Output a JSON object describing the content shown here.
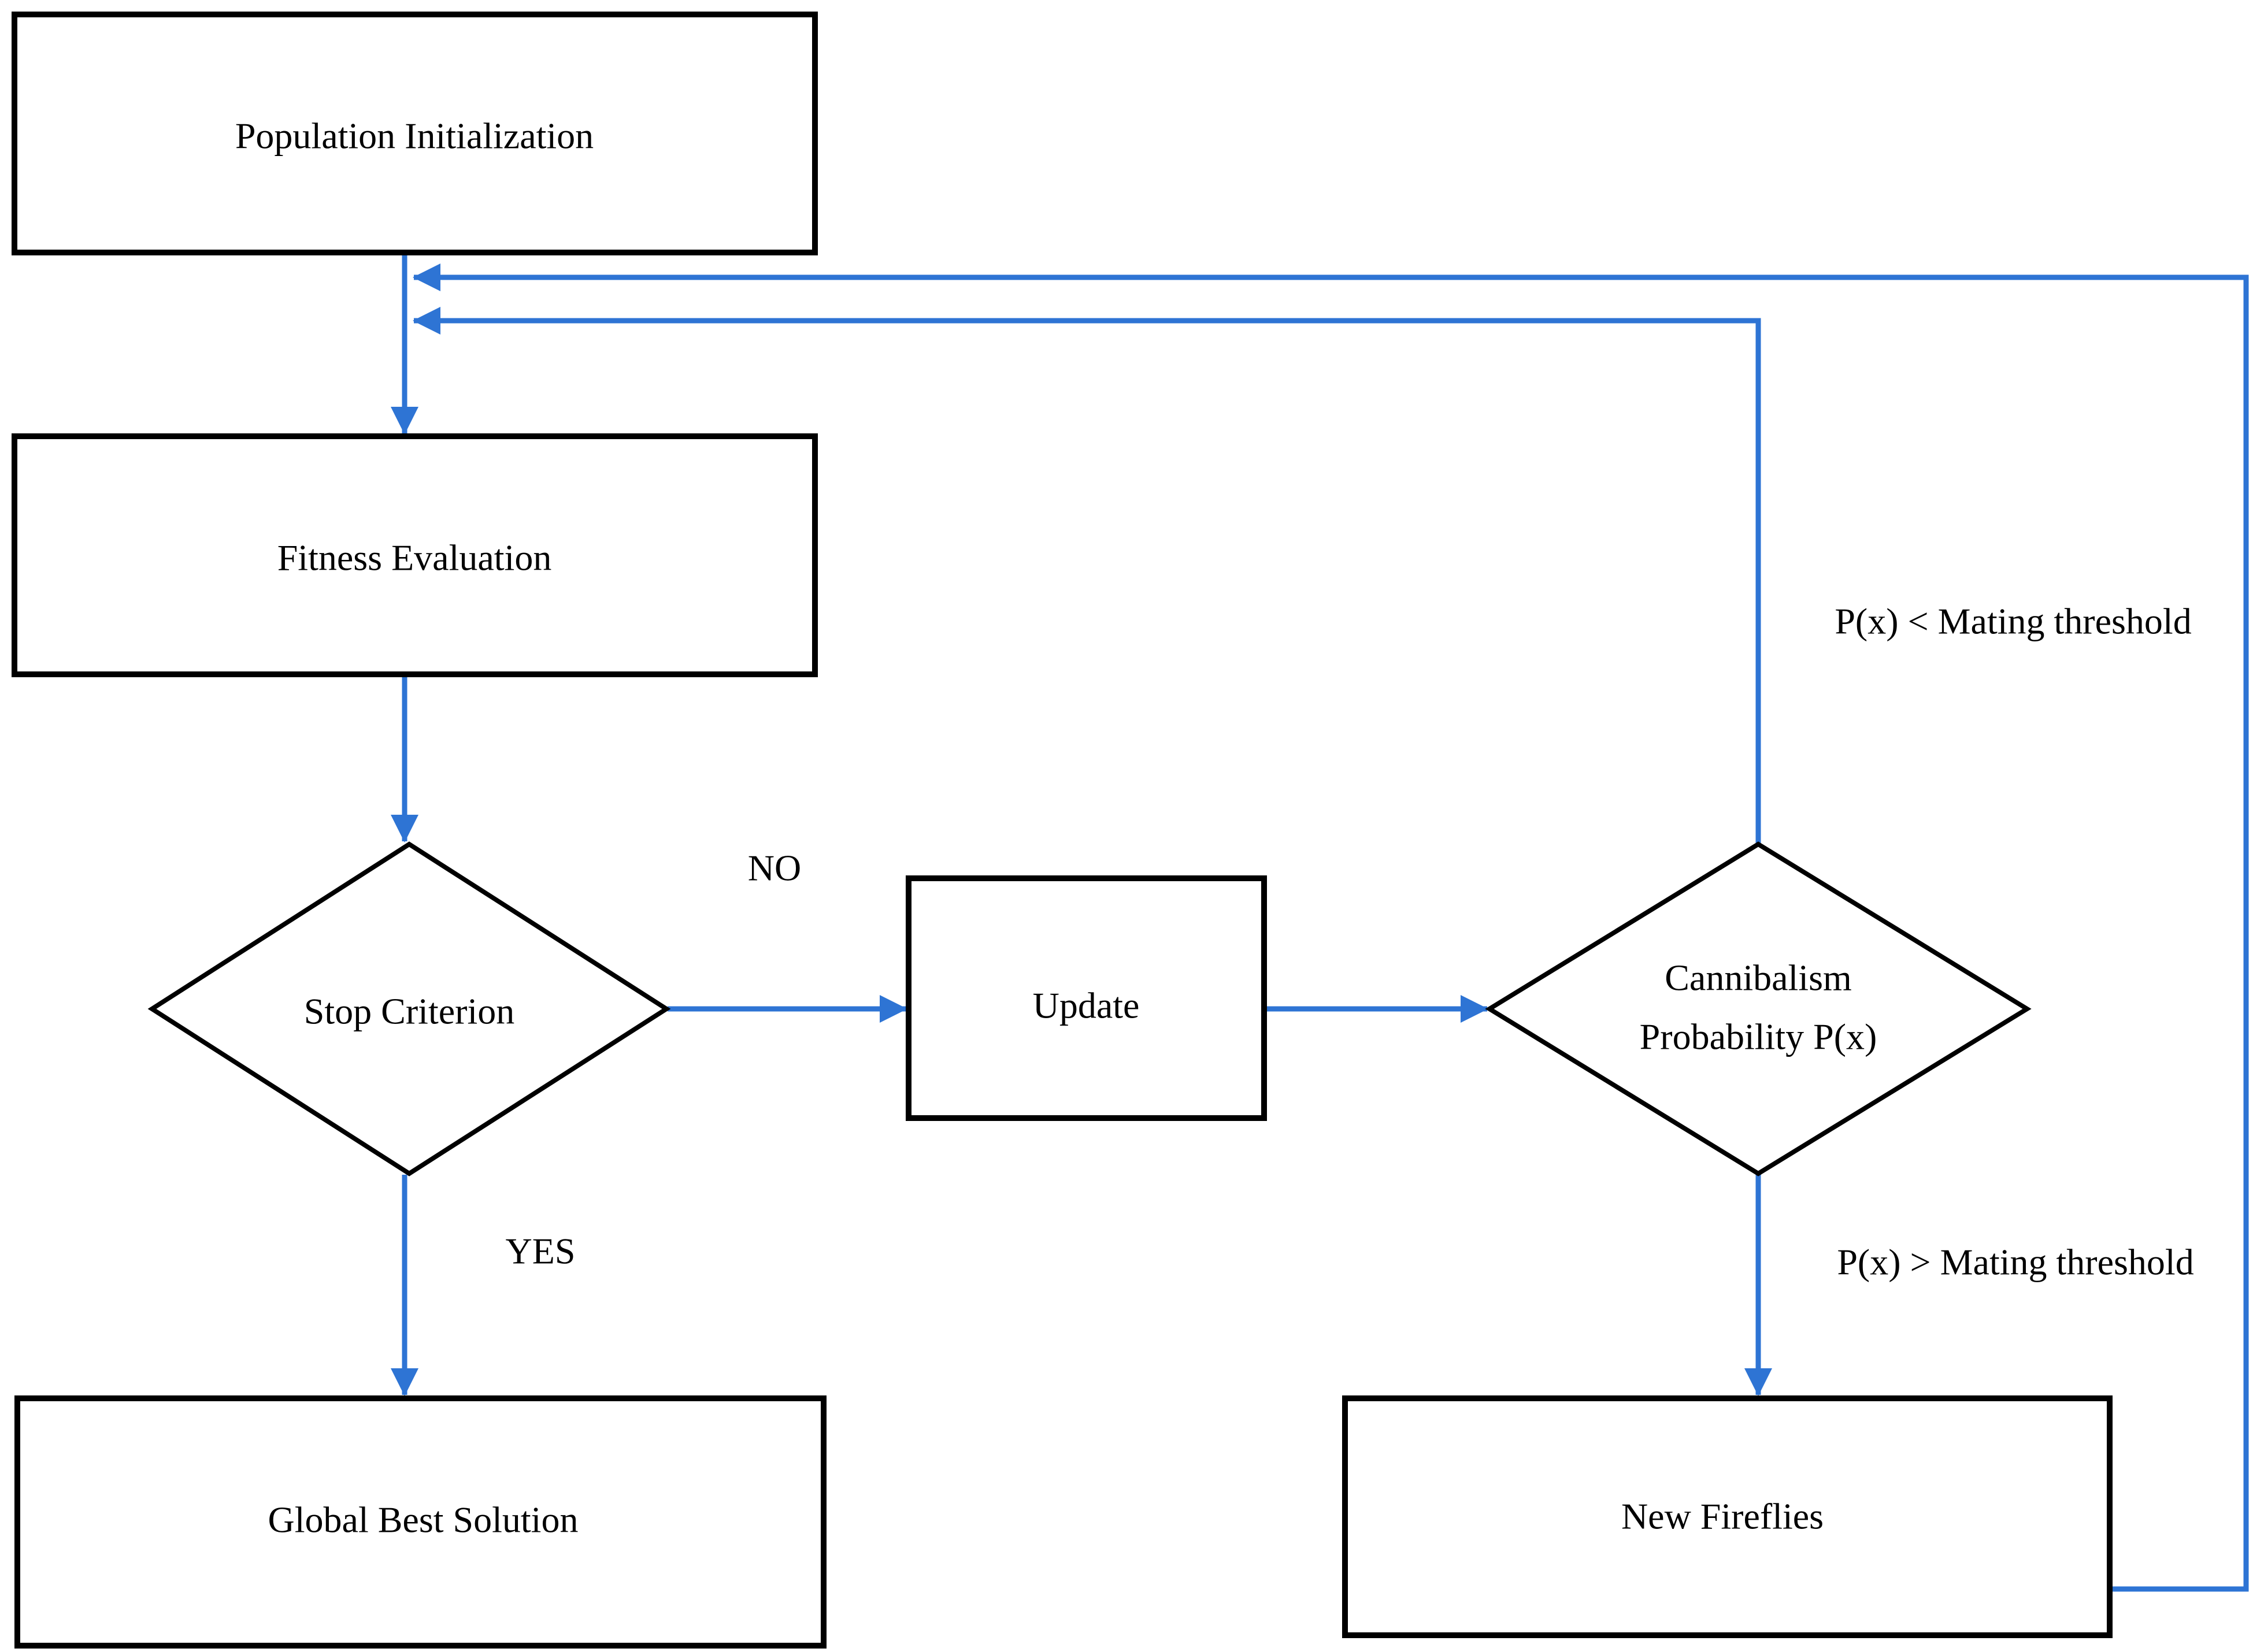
{
  "diagram": {
    "title": "Firefly / New Caledonian crow style metaheuristic flowchart",
    "type": "flowchart"
  },
  "colors": {
    "arrow": "#2e74d4",
    "node_border": "#000000",
    "node_fill": "#ffffff",
    "text": "#000000",
    "background": "#ffffff"
  },
  "nodes": {
    "population_initialization": {
      "label": "Population Initialization",
      "shape": "rectangle"
    },
    "fitness_evaluation": {
      "label": "Fitness Evaluation",
      "shape": "rectangle"
    },
    "stop_criterion": {
      "label": "Stop Criterion",
      "shape": "diamond"
    },
    "update": {
      "label": "Update",
      "shape": "rectangle"
    },
    "cannibalism_probability": {
      "label_lines": [
        "Cannibalism",
        "Probability P(x)"
      ],
      "shape": "diamond"
    },
    "global_best_solution": {
      "label": "Global Best Solution",
      "shape": "rectangle"
    },
    "new_fireflies": {
      "label": "New Fireflies",
      "shape": "rectangle"
    }
  },
  "edge_labels": {
    "no": "NO",
    "yes": "YES",
    "mating_below": "P(x) < Mating threshold",
    "mating_above": "P(x) > Mating threshold"
  },
  "edges": [
    {
      "from": "population_initialization",
      "to": "fitness_evaluation",
      "label": ""
    },
    {
      "from": "fitness_evaluation",
      "to": "stop_criterion",
      "label": ""
    },
    {
      "from": "stop_criterion",
      "to": "update",
      "label": "NO"
    },
    {
      "from": "update",
      "to": "cannibalism_probability",
      "label": ""
    },
    {
      "from": "stop_criterion",
      "to": "global_best_solution",
      "label": "YES"
    },
    {
      "from": "cannibalism_probability",
      "to": "fitness_evaluation",
      "label": "P(x) < Mating threshold"
    },
    {
      "from": "cannibalism_probability",
      "to": "new_fireflies",
      "label": "P(x) > Mating threshold"
    },
    {
      "from": "new_fireflies",
      "to": "fitness_evaluation",
      "label": ""
    }
  ]
}
